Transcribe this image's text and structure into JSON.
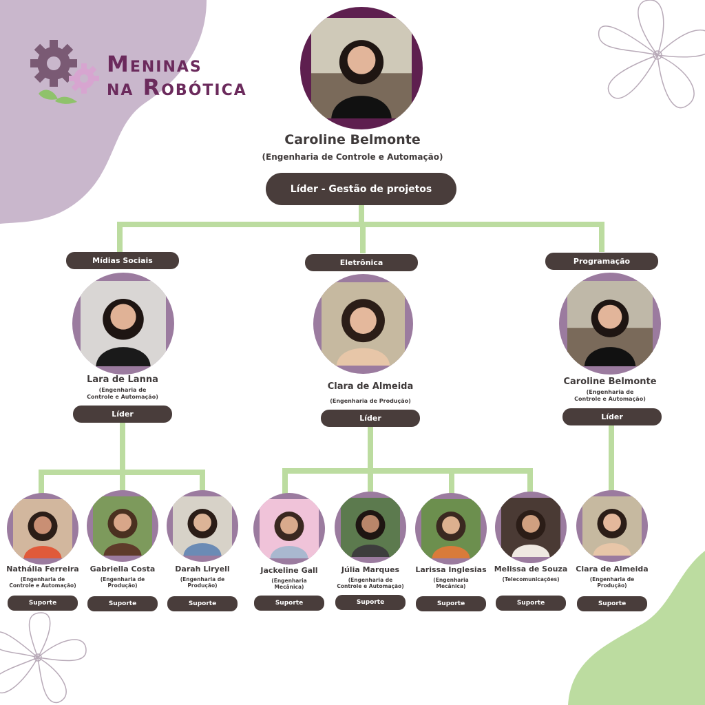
{
  "logo": {
    "line1": "Meninas",
    "line2": "na Robótica"
  },
  "leader": {
    "name": "Caroline Belmonte",
    "course": "(Engenharia de Controle e Automação)",
    "role": "Líder - Gestão de projetos"
  },
  "departments": [
    {
      "label": "Mídias Sociais",
      "leader": {
        "name": "Lara de Lanna",
        "course_line1": "(Engenharia de",
        "course_line2": "Controle e Automação)",
        "role": "Líder"
      }
    },
    {
      "label": "Eletrônica",
      "leader": {
        "name": "Clara de Almeida",
        "course_line1": "(Engenharia de Produção)",
        "course_line2": "",
        "role": "Líder"
      }
    },
    {
      "label": "Programação",
      "leader": {
        "name": "Caroline Belmonte",
        "course_line1": "(Engenharia de",
        "course_line2": "Controle e Automação)",
        "role": "Líder"
      }
    }
  ],
  "members": [
    {
      "name": "Nathália Ferreira",
      "course_line1": "(Engenharia de",
      "course_line2": "Controle e Automação)",
      "role": "Suporte"
    },
    {
      "name": "Gabriella Costa",
      "course_line1": "(Engenharia de",
      "course_line2": "Produção)",
      "role": "Suporte"
    },
    {
      "name": "Darah Liryell",
      "course_line1": "(Engenharia de",
      "course_line2": "Produção)",
      "role": "Suporte"
    },
    {
      "name": "Jackeline Gall",
      "course_line1": "(Engenharia",
      "course_line2": "Mecânica)",
      "role": "Suporte"
    },
    {
      "name": "Júlia Marques",
      "course_line1": "(Engenharia de",
      "course_line2": "Controle e Automação)",
      "role": "Suporte"
    },
    {
      "name": "Larissa Inglesias",
      "course_line1": "(Engenharia",
      "course_line2": "Mecânica)",
      "role": "Suporte"
    },
    {
      "name": "Melissa de Souza",
      "course_line1": "(Telecomunicações)",
      "course_line2": "",
      "role": "Suporte"
    },
    {
      "name": "Clara de Almeida",
      "course_line1": "(Engenharia de",
      "course_line2": "Produção)",
      "role": "Suporte"
    }
  ],
  "colors": {
    "plum": "#5e1f4f",
    "lilac": "#9b7b9f",
    "lavender_blob": "#c9b7cc",
    "green": "#bcdca0",
    "pill": "#493d3b",
    "logo_text": "#6b2a5c"
  }
}
